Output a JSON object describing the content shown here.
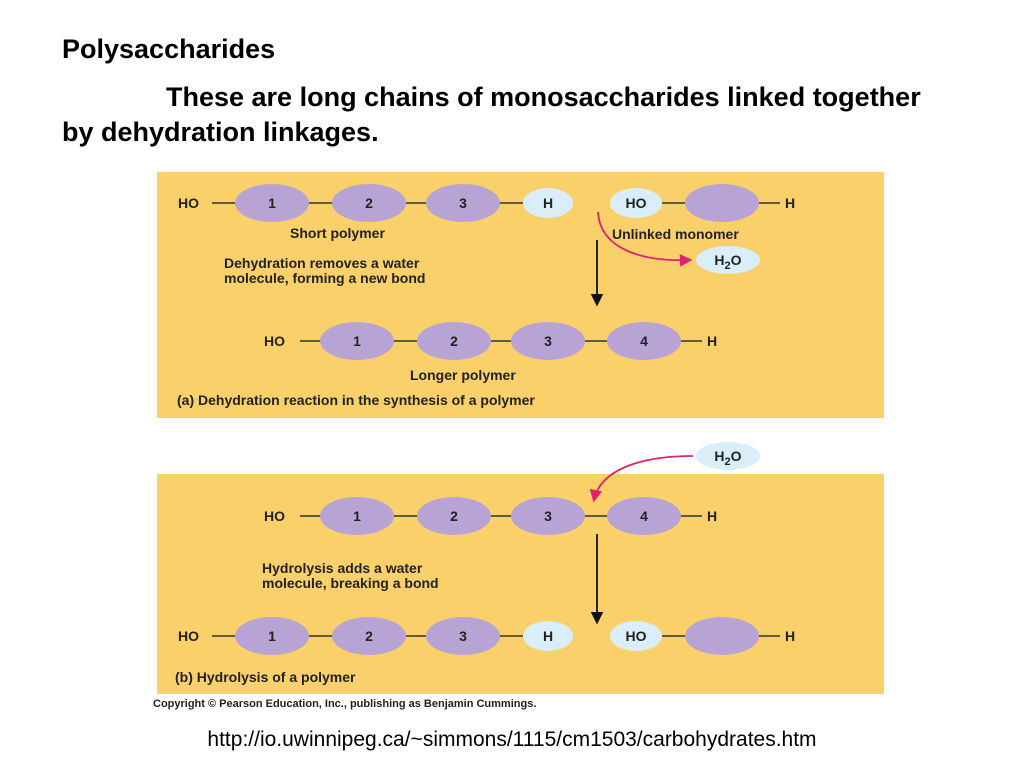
{
  "slide": {
    "title": "Polysaccharides",
    "body": "These are long chains of monosaccharides linked together by dehydration linkages."
  },
  "figure": {
    "panel_a": {
      "short_polymer": {
        "end_left": "HO",
        "units": [
          "1",
          "2",
          "3"
        ],
        "end_right": "H",
        "label": "Short polymer"
      },
      "monomer": {
        "end_left": "HO",
        "end_right": "H",
        "label": "Unlinked monomer"
      },
      "water": "H2O",
      "step_line1": "Dehydration removes a water",
      "step_line2": "molecule, forming a new bond",
      "longer_polymer": {
        "end_left": "HO",
        "units": [
          "1",
          "2",
          "3",
          "4"
        ],
        "end_right": "H",
        "label": "Longer polymer"
      },
      "caption": "(a) Dehydration reaction in the synthesis of a polymer"
    },
    "panel_b": {
      "water": "H2O",
      "polymer": {
        "end_left": "HO",
        "units": [
          "1",
          "2",
          "3",
          "4"
        ],
        "end_right": "H"
      },
      "step_line1": "Hydrolysis adds a water",
      "step_line2": "molecule, breaking a bond",
      "products": {
        "end_left": "HO",
        "units": [
          "1",
          "2",
          "3"
        ],
        "end_right": "H",
        "monomer_left": "HO",
        "monomer_right": "H"
      },
      "caption": "(b) Hydrolysis of a polymer"
    },
    "copyright": "Copyright © Pearson Education, Inc., publishing as Benjamin Cummings."
  },
  "source_url": "http://io.uwinnipeg.ca/~simmons/1115/cm1503/carbohydrates.htm",
  "colors": {
    "panel_background": "#f9d06a",
    "monomer_fill": "#b7a4d4",
    "h_bubble_fill": "#d9eef8",
    "arrow_water": "#e0226f",
    "arrow_reaction": "#111111"
  }
}
